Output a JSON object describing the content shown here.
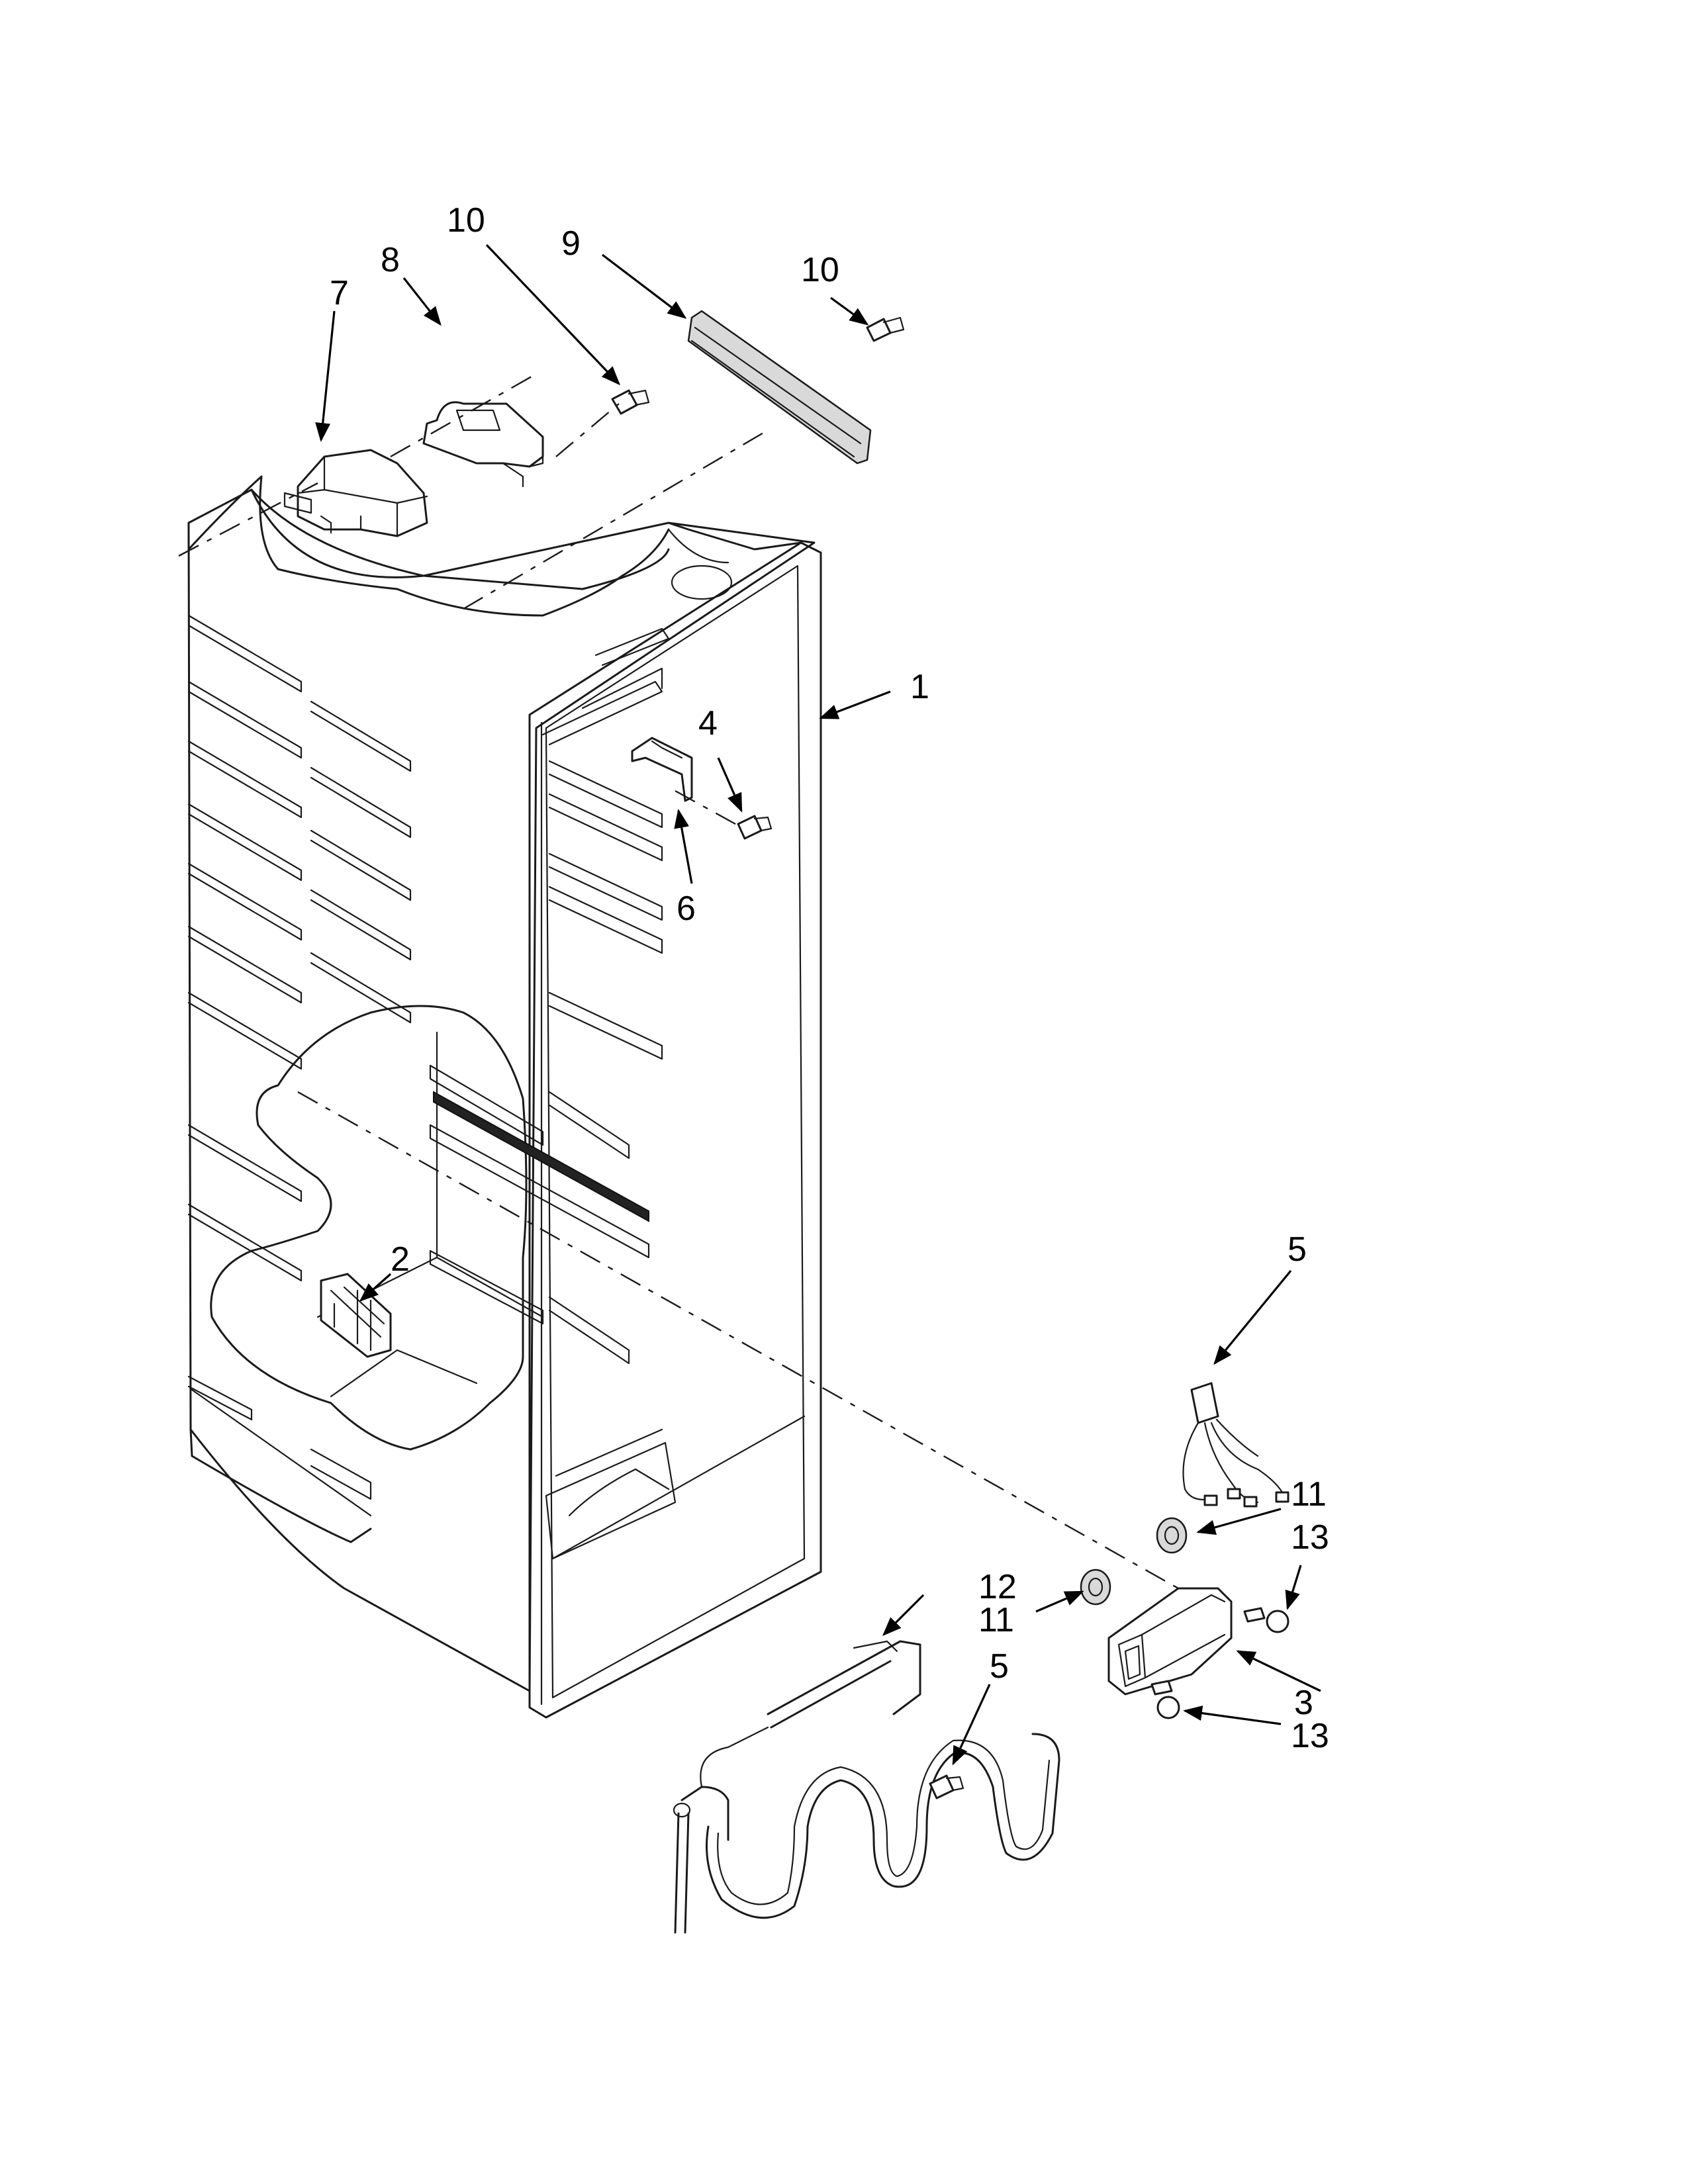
{
  "callouts": [
    {
      "id": "c1",
      "text": "1"
    },
    {
      "id": "c2",
      "text": "2"
    },
    {
      "id": "c3",
      "text": "3"
    },
    {
      "id": "c4",
      "text": "4"
    },
    {
      "id": "c5a",
      "text": "5"
    },
    {
      "id": "c5b",
      "text": "5"
    },
    {
      "id": "c6",
      "text": "6"
    },
    {
      "id": "c7",
      "text": "7"
    },
    {
      "id": "c8",
      "text": "8"
    },
    {
      "id": "c9",
      "text": "9"
    },
    {
      "id": "c10a",
      "text": "10"
    },
    {
      "id": "c10b",
      "text": "10"
    },
    {
      "id": "c11a",
      "text": "11"
    },
    {
      "id": "c11b",
      "text": "11"
    },
    {
      "id": "c12",
      "text": "12"
    },
    {
      "id": "c13a",
      "text": "13"
    },
    {
      "id": "c13b",
      "text": "13"
    }
  ]
}
